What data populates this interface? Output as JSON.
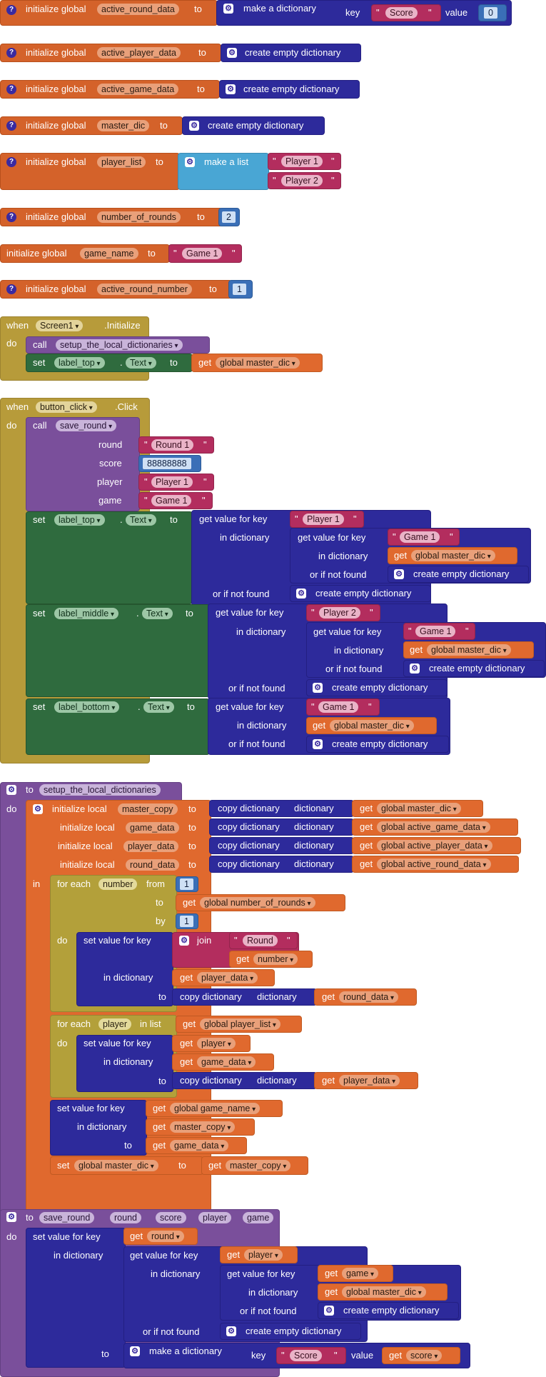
{
  "kw": {
    "initialize_global": "initialize global",
    "initialize_local": "initialize local",
    "to": "to",
    "in": "in",
    "do": "do",
    "when": "when",
    "call": "call",
    "set": "set",
    "get": "get",
    "key": "key",
    "value": "value",
    "dictionary": "dictionary",
    "in_dictionary": "in dictionary",
    "or_if_not_found": "or if not found",
    "make_a_dictionary": "make a dictionary",
    "create_empty_dictionary": "create empty dictionary",
    "make_a_list": "make a list",
    "get_value_for_key": "get value for key",
    "set_value_for_key": "set value for key",
    "copy_dictionary": "copy dictionary",
    "join": "join",
    "for_each": "for each",
    "from": "from",
    "by": "by",
    "in_list": "in list",
    "dot": ".",
    "initialize_event": ".Initialize",
    "click_event": ".Click",
    "round": "round",
    "score": "score",
    "player": "player",
    "game": "game",
    "quote": "\"",
    "gear": "⚙",
    "help": "?"
  },
  "globals": {
    "active_round_data": "active_round_data",
    "active_player_data": "active_player_data",
    "active_game_data": "active_game_data",
    "master_dic": "master_dic",
    "player_list": "player_list",
    "number_of_rounds": "number_of_rounds",
    "game_name": "game_name",
    "active_round_number": "active_round_number"
  },
  "values": {
    "score_key": "Score",
    "zero": "0",
    "player1": "Player 1",
    "player2": "Player 2",
    "two": "2",
    "game1": "Game 1",
    "one": "1",
    "round1": "Round 1",
    "big_score": "88888888",
    "round_text": "Round"
  },
  "components": {
    "screen1": "Screen1",
    "button_click": "button_click",
    "label_top": "label_top",
    "label_middle": "label_middle",
    "label_bottom": "label_bottom",
    "text_prop": "Text"
  },
  "procedures": {
    "setup": "setup_the_local_dictionaries",
    "save_round": "save_round"
  },
  "refs": {
    "global_master_dic": "global master_dic",
    "global_active_game_data": "global active_game_data",
    "global_active_player_data": "global active_player_data",
    "global_active_round_data": "global active_round_data",
    "global_number_of_rounds": "global number_of_rounds",
    "global_player_list": "global player_list",
    "global_game_name": "global game_name",
    "master_copy": "master_copy",
    "game_data": "game_data",
    "player_data": "player_data",
    "round_data": "round_data",
    "number": "number",
    "player": "player",
    "round": "round",
    "game": "game",
    "score": "score"
  }
}
